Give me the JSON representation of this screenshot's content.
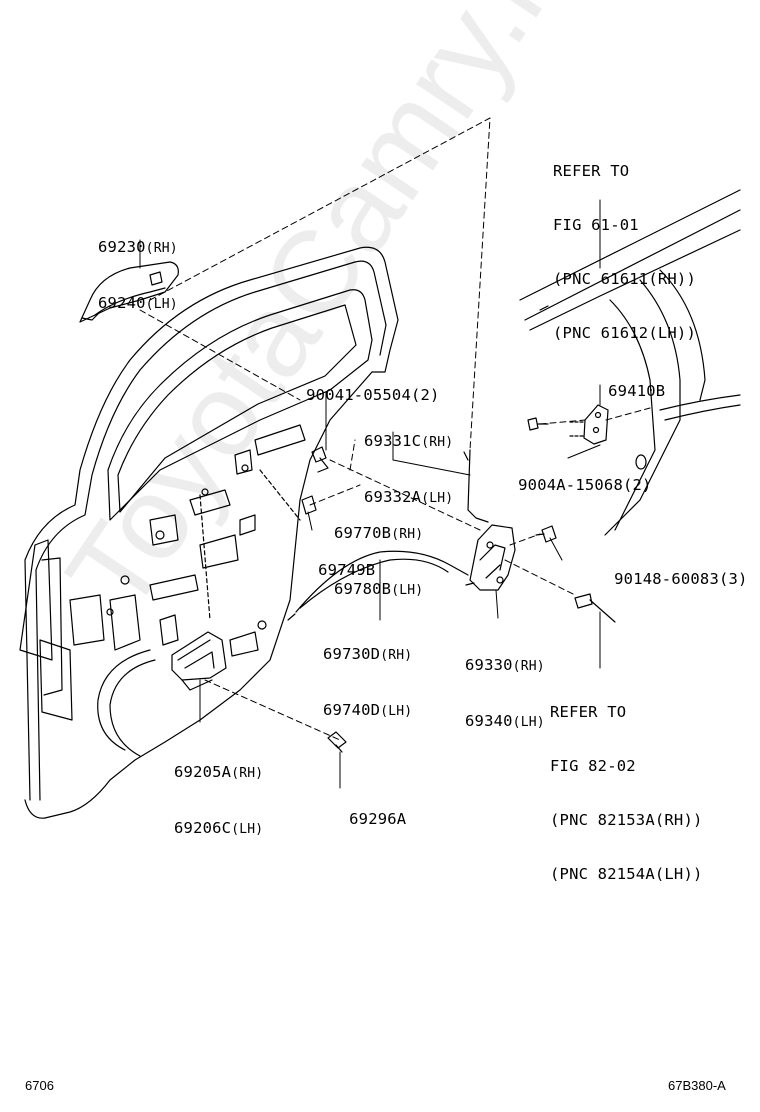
{
  "watermark": "ToyotaCamry.ru",
  "footer": {
    "left": "6706",
    "right": "67B380-A"
  },
  "labels": {
    "refer_fig61": [
      "REFER TO",
      "FIG 61-01",
      "(PNC 61611(RH))",
      "(PNC 61612(LH))"
    ],
    "p69230": "69230",
    "p69230_side": "(RH)",
    "p69240": "69240",
    "p69240_side": "(LH)",
    "p90041": "90041-05504(2)",
    "p69331C": "69331C",
    "p69331C_side": "(RH)",
    "p69332A": "69332A",
    "p69332A_side": "(LH)",
    "p69410B": "69410B",
    "p9004A": "9004A-15068(2)",
    "p69770B": "69770B",
    "p69770B_side": "(RH)",
    "p69780B": "69780B",
    "p69780B_side": "(LH)",
    "p69749B": "69749B",
    "p90148": "90148-60083(3)",
    "p69730D": "69730D",
    "p69730D_side": "(RH)",
    "p69740D": "69740D",
    "p69740D_side": "(LH)",
    "p69330": "69330",
    "p69330_side": "(RH)",
    "p69340": "69340",
    "p69340_side": "(LH)",
    "refer_fig82": [
      "REFER TO",
      "FIG 82-02",
      "(PNC 82153A(RH))",
      "(PNC 82154A(LH))"
    ],
    "p69205A": "69205A",
    "p69205A_side": "(RH)",
    "p69206C": "69206C",
    "p69206C_side": "(LH)",
    "p69296A": "69296A"
  }
}
